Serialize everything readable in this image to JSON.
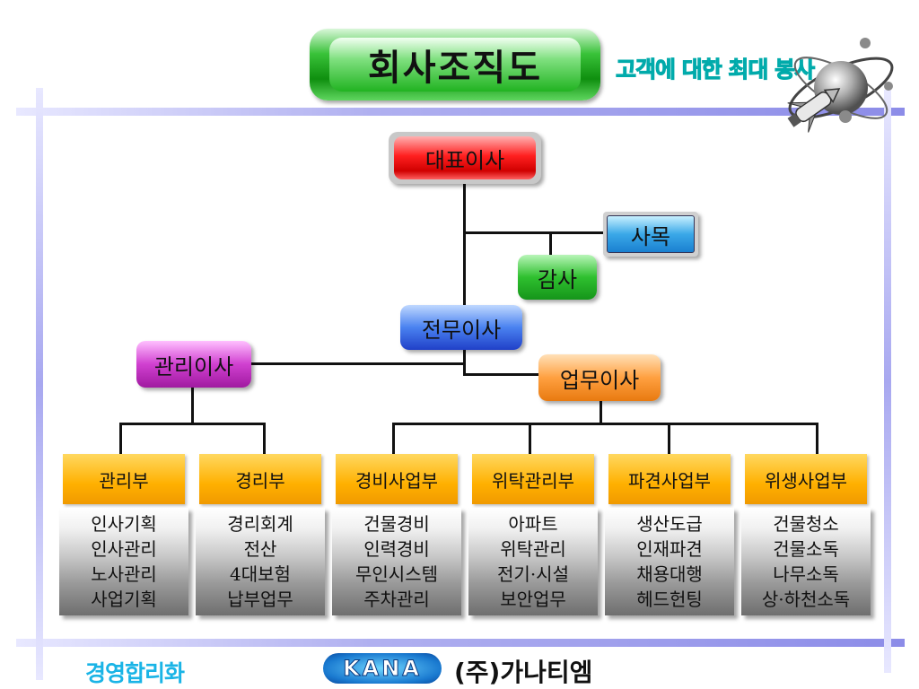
{
  "title": "회사조직도",
  "slogan": "고객에 대한 최대 봉사",
  "nodes": {
    "ceo": "대표이사",
    "samok": "사목",
    "gamsa": "감사",
    "jeonmu": "전무이사",
    "gwanri": "관리이사",
    "eopmu": "업무이사"
  },
  "departments": [
    {
      "name": "관리부",
      "items": [
        "인사기획",
        "인사관리",
        "노사관리",
        "사업기획"
      ]
    },
    {
      "name": "경리부",
      "items": [
        "경리회계",
        "전산",
        "4대보험",
        "납부업무"
      ]
    },
    {
      "name": "경비사업부",
      "items": [
        "건물경비",
        "인력경비",
        "무인시스템",
        "주차관리"
      ]
    },
    {
      "name": "위탁관리부",
      "items": [
        "아파트",
        "위탁관리",
        "전기·시설",
        "보안업무"
      ]
    },
    {
      "name": "파견사업부",
      "items": [
        "생산도급",
        "인재파견",
        "채용대행",
        "헤드헌팅"
      ]
    },
    {
      "name": "위생사업부",
      "items": [
        "건물청소",
        "건물소독",
        "나무소독",
        "상·하천소독"
      ]
    }
  ],
  "footer": {
    "motto": "경영합리화",
    "logo_text": "KANA",
    "company": "(주)가나티엠"
  },
  "icons": [
    "globe-rocket-icon"
  ]
}
